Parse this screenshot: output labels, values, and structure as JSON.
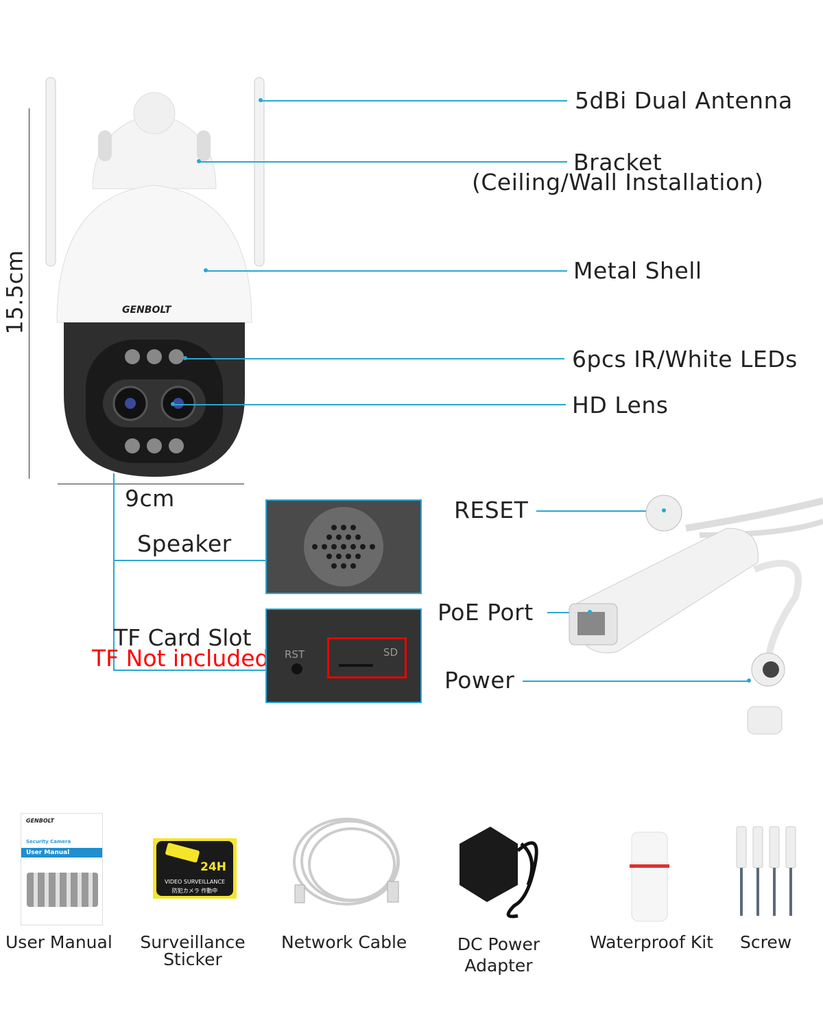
{
  "callouts": {
    "antenna": "5dBi Dual Antenna",
    "bracket": "Bracket",
    "bracket_note": "(Ceiling/Wall Installation)",
    "shell": "Metal Shell",
    "leds": "6pcs IR/White LEDs",
    "lens": "HD Lens",
    "reset": "RESET",
    "poe": "PoE Port",
    "power": "Power",
    "speaker": "Speaker",
    "tf_slot": "TF Card Slot",
    "tf_note": "TF Not included"
  },
  "dimensions": {
    "height": "15.5cm",
    "width": "9cm"
  },
  "camera_brand": "GENBOLT",
  "slot_panel": {
    "rst": "RST",
    "sd": "SD"
  },
  "manual": {
    "brand": "GENBOLT",
    "subtitle": "Security Camera",
    "title": "User Manual"
  },
  "sticker": {
    "hours": "24H",
    "line1": "VIDEO SURVEILLANCE",
    "line2": "防犯カメラ 作動中"
  },
  "accessories": [
    {
      "label": "User Manual"
    },
    {
      "label": "Surveillance Sticker"
    },
    {
      "label": "Network Cable"
    },
    {
      "label": "DC Power Adapter"
    },
    {
      "label": "Waterproof Kit"
    },
    {
      "label": "Screw"
    }
  ],
  "colors": {
    "leader": "#2aa7d2",
    "warning": "#ff0000",
    "sticker": "#f5e52a"
  }
}
